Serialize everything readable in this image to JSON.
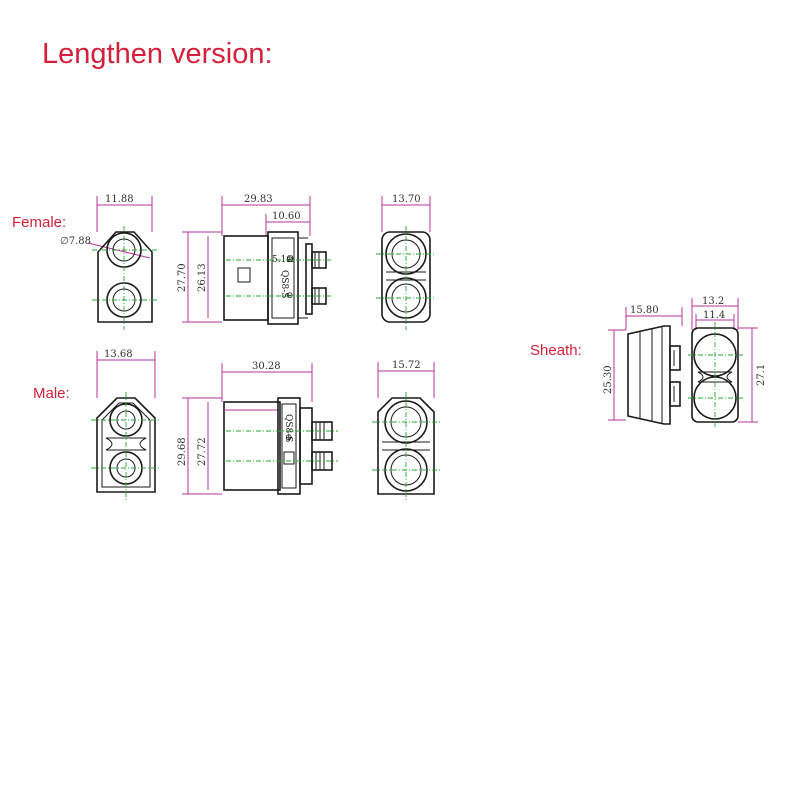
{
  "title": "Lengthen version:",
  "labels": {
    "female": "Female:",
    "male": "Male:",
    "sheath": "Sheath:"
  },
  "dimensions": {
    "female_front_width": "11.88",
    "female_hole_dia": "∅7.88",
    "female_side_length": "29.83",
    "female_side_tail": "10.60",
    "female_side_height_outer": "27.70",
    "female_side_height_inner": "26.13",
    "female_back_width": "13.70",
    "male_front_width": "13.68",
    "male_side_length": "30.28",
    "male_side_height_outer": "29.68",
    "male_side_height_inner": "27.72",
    "male_back_width": "15.72",
    "sheath_side_length": "15.80",
    "sheath_side_height": "25.30",
    "sheath_front_width_outer": "13.2",
    "sheath_front_width_inner": "11.4",
    "sheath_front_height": "27.1"
  },
  "part_marks": {
    "model": "QS8-S",
    "resistor": "5.1Ω",
    "plus": "⊕",
    "minus": "⊖"
  },
  "colors": {
    "title": "#d6203b",
    "dimension_lines": "#b7339c",
    "center_lines": "#22a830",
    "outline": "#1a1a1a"
  }
}
